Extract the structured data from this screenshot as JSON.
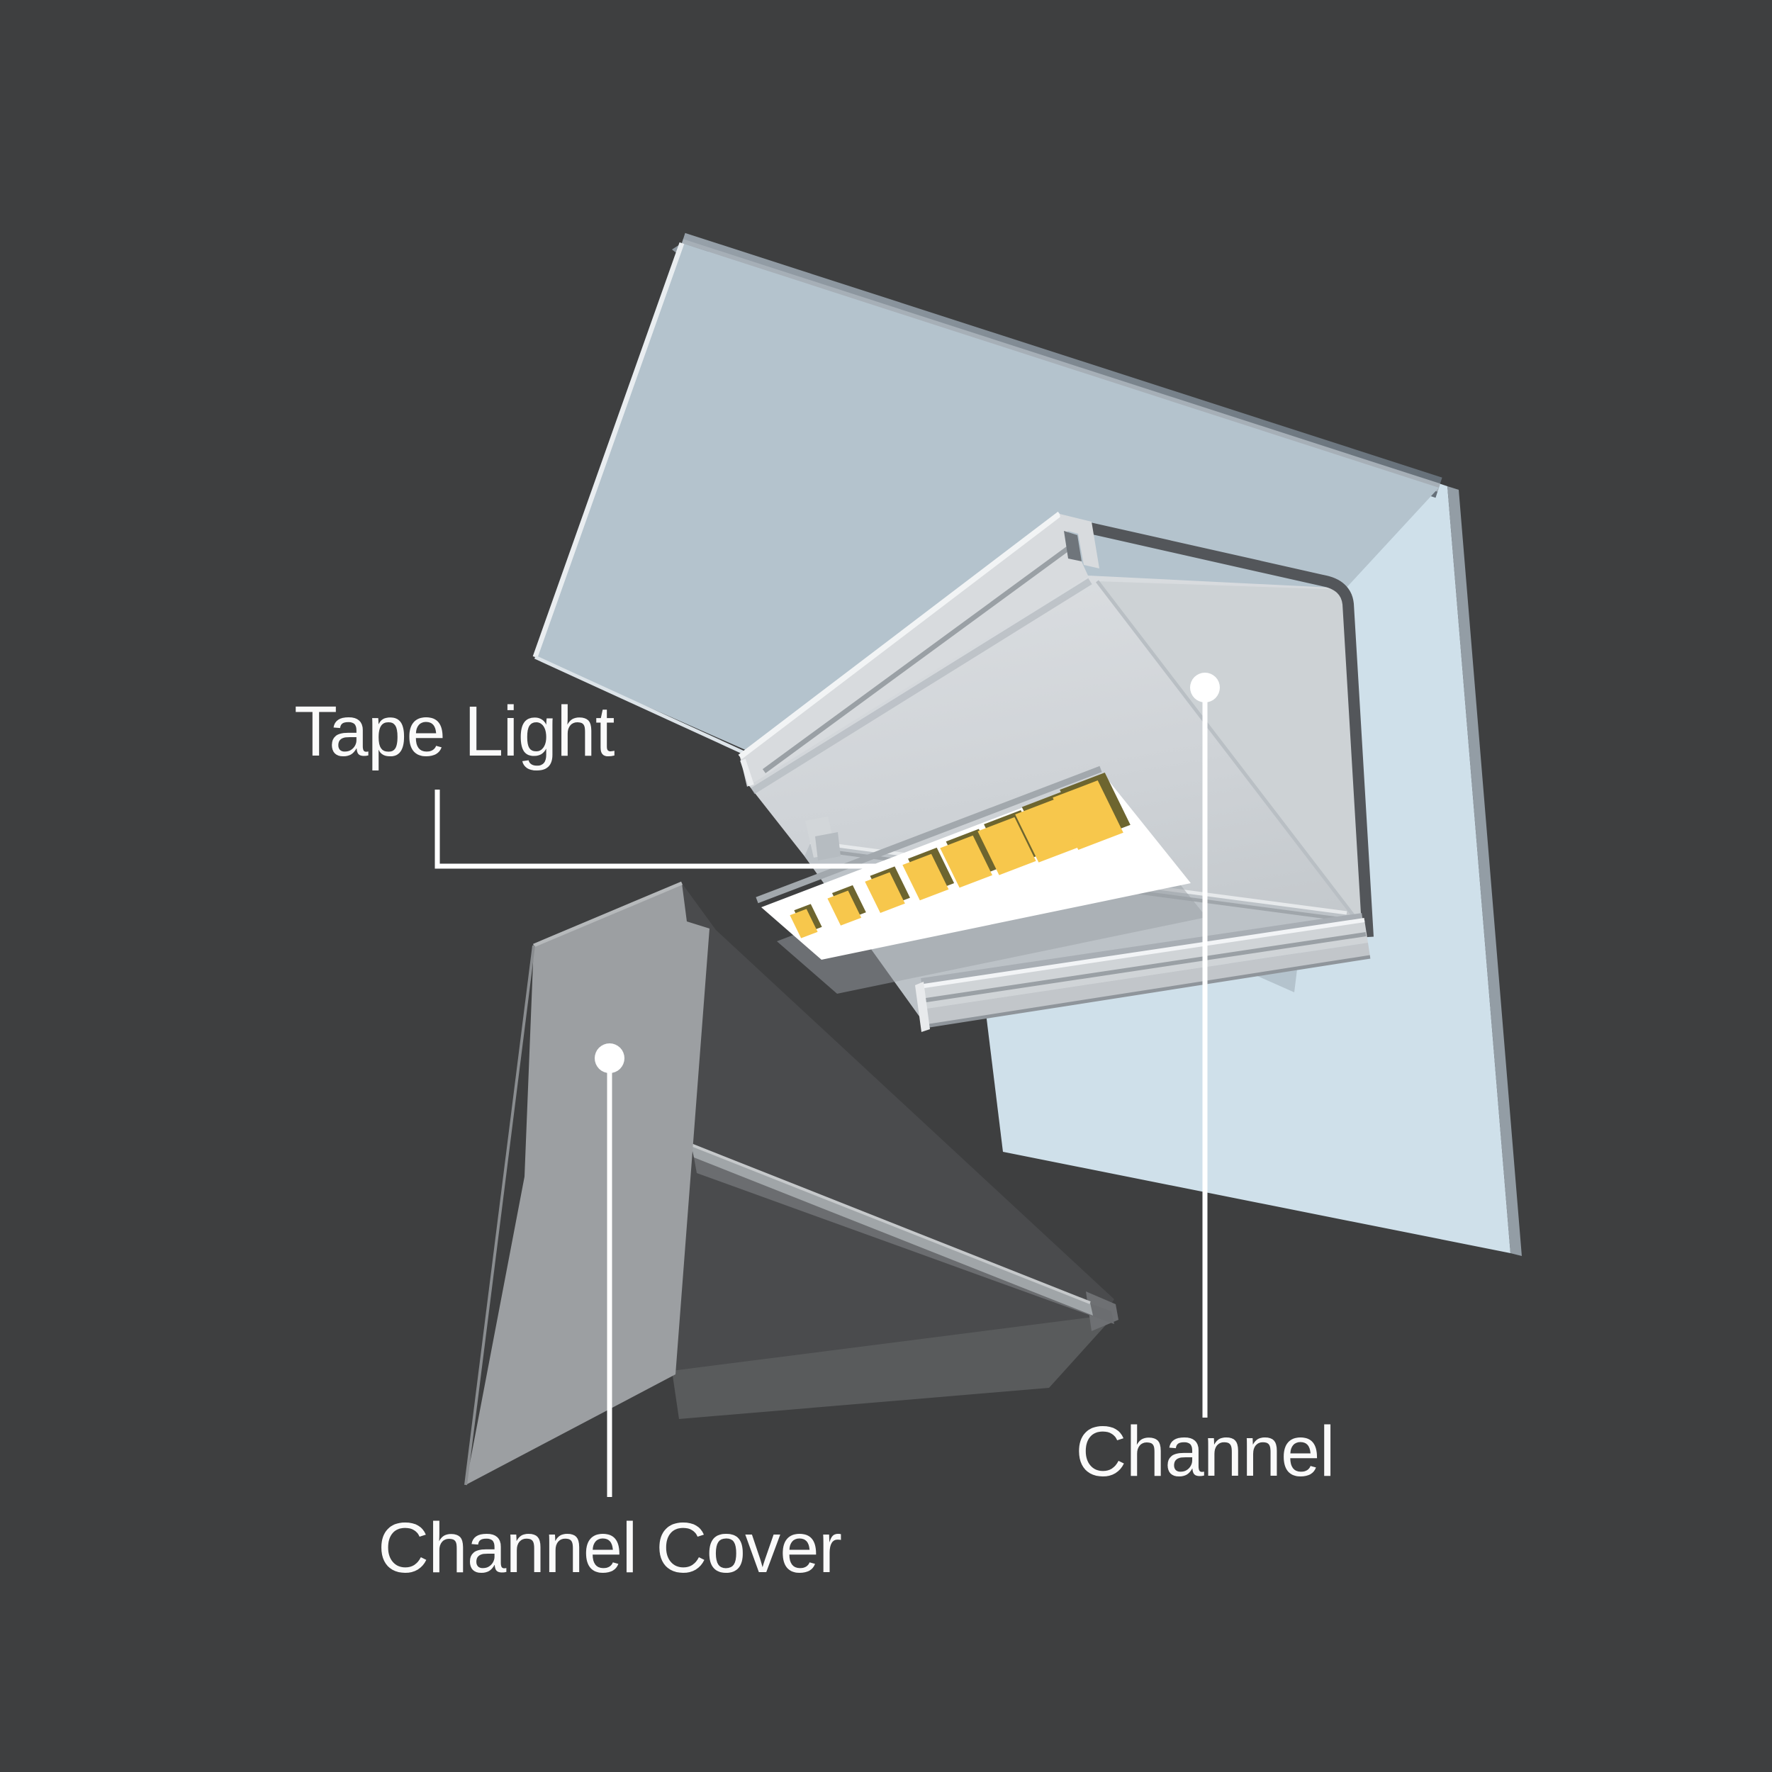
{
  "background_color": "#3e3f40",
  "label_color": "#fafafa",
  "leader_color": "#ffffff",
  "labels": [
    {
      "id": "tape-light",
      "text": "Tape Light"
    },
    {
      "id": "channel",
      "text": "Channel"
    },
    {
      "id": "channel-cover",
      "text": "Channel Cover"
    }
  ],
  "led_count": 8,
  "colors": {
    "led": "#f7c74c",
    "led_shadow": "#6d652f",
    "strip": "#ffffff",
    "ceiling_panel": "#b4c3cd",
    "ceiling_edge": "#6f7a84",
    "wall_panel": "#cfe0ea",
    "channel_metal": "#d6d9dc",
    "channel_outline": "#53565a",
    "cover_face": "#9c9fa2",
    "cover_interior": "#4a4b4d"
  }
}
